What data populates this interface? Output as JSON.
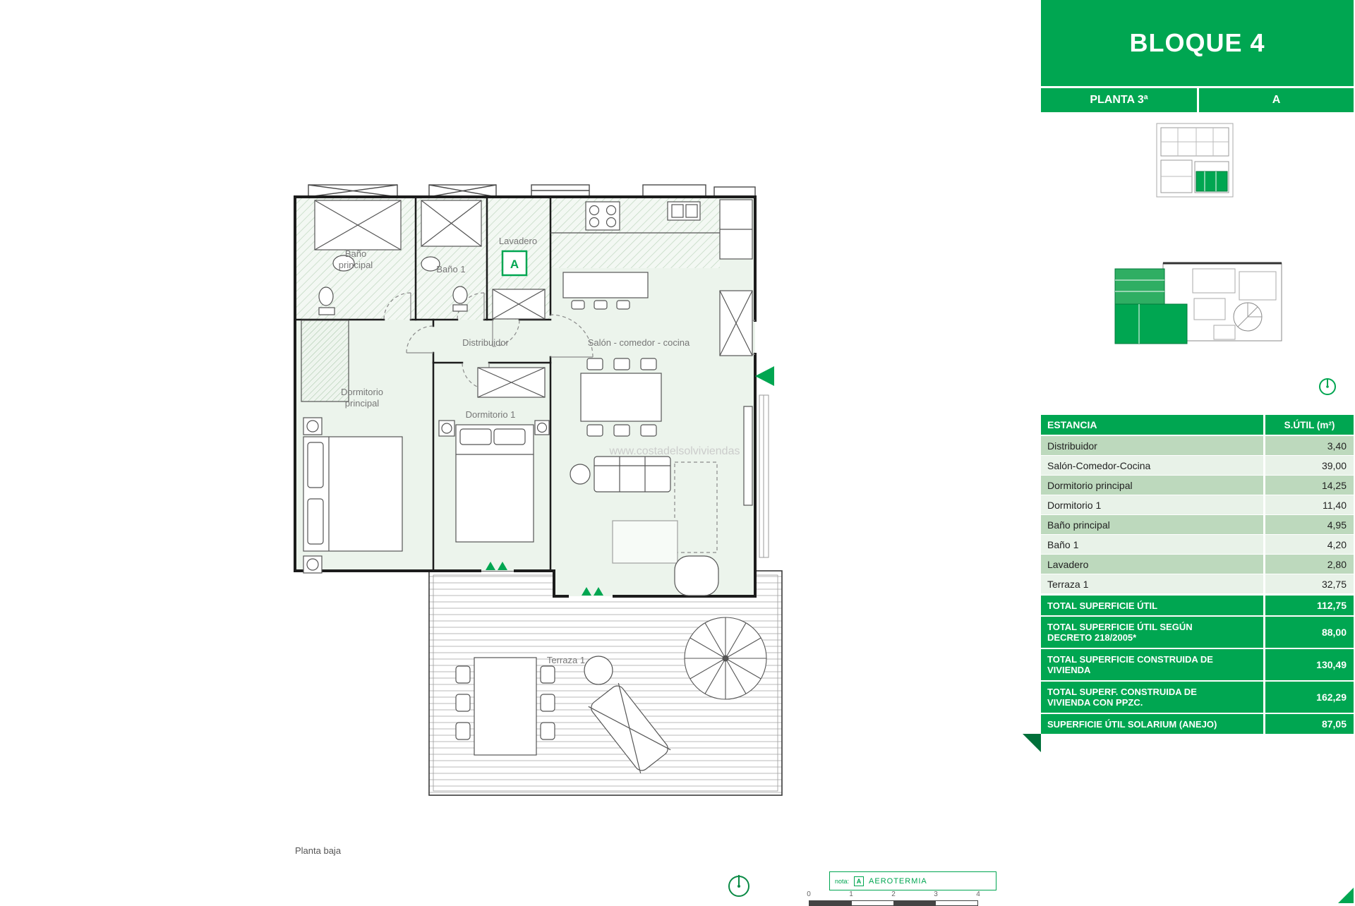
{
  "colors": {
    "accent_green": "#00a651",
    "dark_green": "#00703a",
    "row_medium": "#bdd9bd",
    "row_light": "#e8f2e8",
    "wall_black": "#1c1c1c",
    "label_gray": "#777777"
  },
  "sidebar": {
    "title": "BLOQUE 4",
    "floor": "PLANTA 3ª",
    "unit": "A",
    "table": {
      "col_room": "ESTANCIA",
      "col_area": "S.ÚTIL (m²)",
      "rows": [
        {
          "label": "Distribuidor",
          "value": "3,40"
        },
        {
          "label": "Salón-Comedor-Cocina",
          "value": "39,00"
        },
        {
          "label": "Dormitorio principal",
          "value": "14,25"
        },
        {
          "label": "Dormitorio 1",
          "value": "11,40"
        },
        {
          "label": "Baño principal",
          "value": "4,95"
        },
        {
          "label": "Baño 1",
          "value": "4,20"
        },
        {
          "label": "Lavadero",
          "value": "2,80"
        },
        {
          "label": "Terraza 1",
          "value": "32,75"
        }
      ],
      "totals": [
        {
          "label": "TOTAL SUPERFICIE ÚTIL",
          "value": "112,75"
        },
        {
          "label": "TOTAL SUPERFICIE ÚTIL SEGÚN DECRETO 218/2005*",
          "value": "88,00"
        },
        {
          "label": "TOTAL SUPERFICIE CONSTRUIDA DE VIVIENDA",
          "value": "130,49"
        },
        {
          "label": "TOTAL SUPERF. CONSTRUIDA DE VIVIENDA CON PPZC.",
          "value": "162,29"
        },
        {
          "label": "SUPERFICIE ÚTIL SOLARIUM (ANEJO)",
          "value": "87,05"
        }
      ]
    }
  },
  "plan": {
    "rooms": {
      "bano_principal_line1": "Baño",
      "bano_principal_line2": "principal",
      "bano_1": "Baño 1",
      "lavadero": "Lavadero",
      "distribuidor": "Distribuidor",
      "salon": "Salón - comedor - cocina",
      "dormitorio_principal_line1": "Dormitorio",
      "dormitorio_principal_line2": "principal",
      "dormitorio_1": "Dormitorio 1",
      "terraza_1": "Terraza 1"
    },
    "unit_badge": "A",
    "caption": "Planta baja",
    "watermark": "www.costadelsolviviendas",
    "note": {
      "prefix": "nota:",
      "badge": "A",
      "text": "AEROTERMIA"
    },
    "scale_ticks": [
      "0",
      "1",
      "2",
      "3",
      "4"
    ]
  }
}
